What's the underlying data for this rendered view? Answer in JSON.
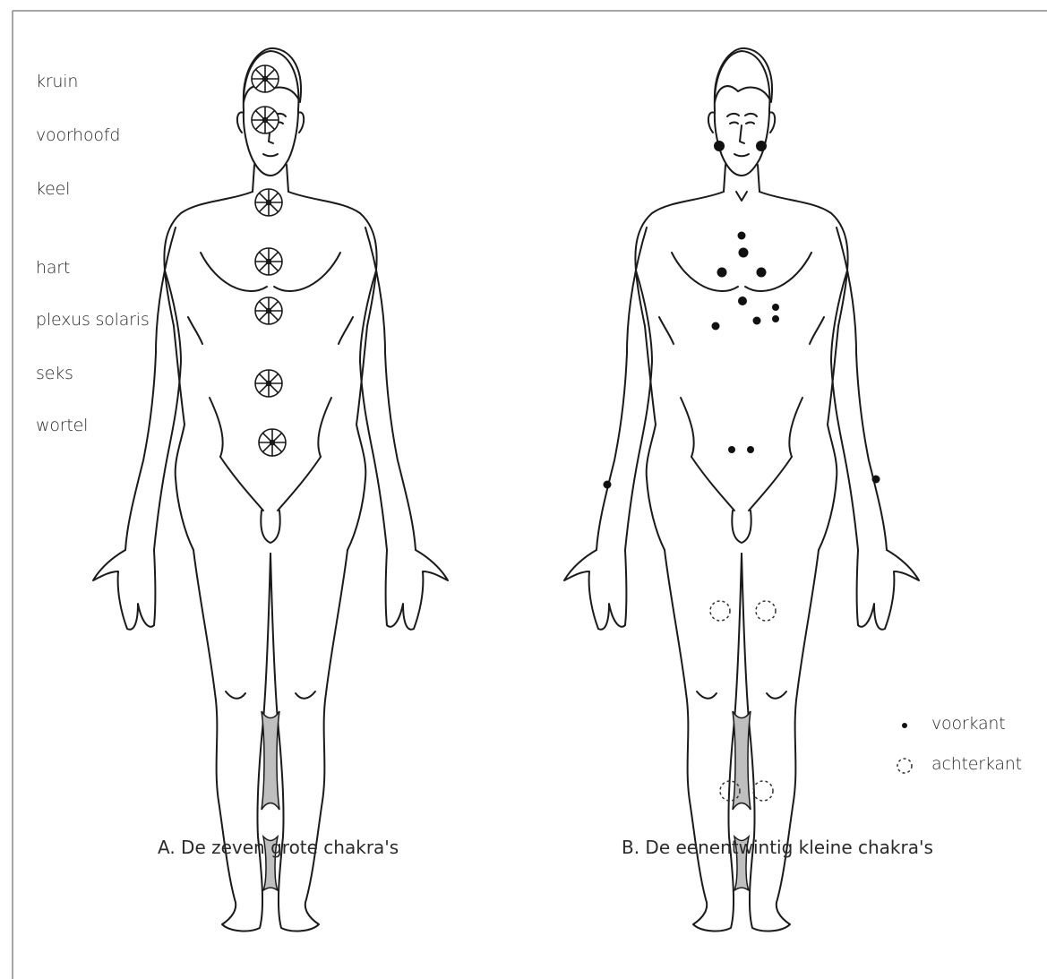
{
  "figure_a": {
    "caption": "A. De zeven grote chakra's",
    "chakras": [
      "kruin",
      "voorhoofd",
      "keel",
      "hart",
      "plexus solaris",
      "seks",
      "wortel"
    ]
  },
  "figure_b": {
    "caption": "B. De eenentwintig kleine chakra's"
  },
  "legend": {
    "front": "voorkant",
    "back": "achterkant"
  },
  "colors": {
    "line": "#1a1a1a",
    "dot": "#111111",
    "shade": "#bfbfbf"
  }
}
